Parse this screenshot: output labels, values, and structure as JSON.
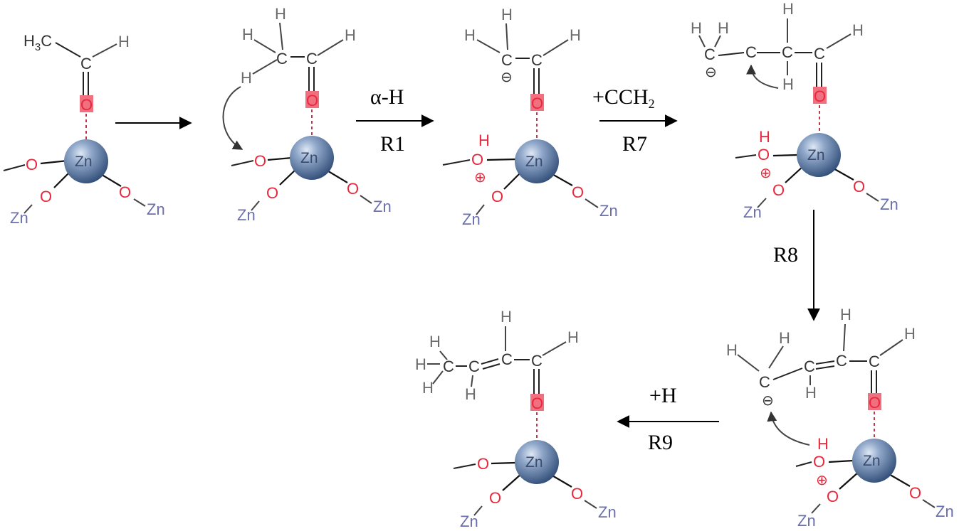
{
  "atoms": {
    "h": "H",
    "c": "C",
    "o": "O",
    "zn": "Zn",
    "h3c": "H3C",
    "h3c_main": "H",
    "h3c_sub": "3",
    "h3c_tail": "C"
  },
  "charges": {
    "minus": "⊖",
    "plus": "⊕"
  },
  "steps": {
    "r1_top": "α-H",
    "r1_bottom": "R1",
    "r7_top_main": "+CCH",
    "r7_top_sub": "2",
    "r7_bottom": "R7",
    "r8": "R8",
    "r9_top": "+H",
    "r9_bottom": "R9"
  },
  "colors": {
    "oxygen": "#e8283c",
    "zinc_sphere": "#5d7fae",
    "zinc_label": "#6a6fae"
  }
}
